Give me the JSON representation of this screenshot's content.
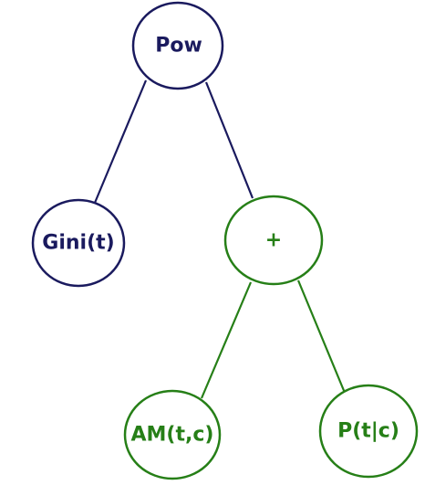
{
  "colors": {
    "navy": "#1a1a5e",
    "green": "#267f17"
  },
  "tree": {
    "root": {
      "label": "Pow",
      "color": "navy"
    },
    "gini": {
      "label": "Gini(t)",
      "color": "navy"
    },
    "plus": {
      "label": "+",
      "color": "green"
    },
    "am": {
      "label": "AM(t,c)",
      "color": "green"
    },
    "ptc": {
      "label": "P(t|c)",
      "color": "green"
    }
  },
  "edges": [
    {
      "from": "root",
      "to": "gini",
      "color": "navy"
    },
    {
      "from": "root",
      "to": "plus",
      "color": "navy"
    },
    {
      "from": "plus",
      "to": "am",
      "color": "green"
    },
    {
      "from": "plus",
      "to": "ptc",
      "color": "green"
    }
  ]
}
